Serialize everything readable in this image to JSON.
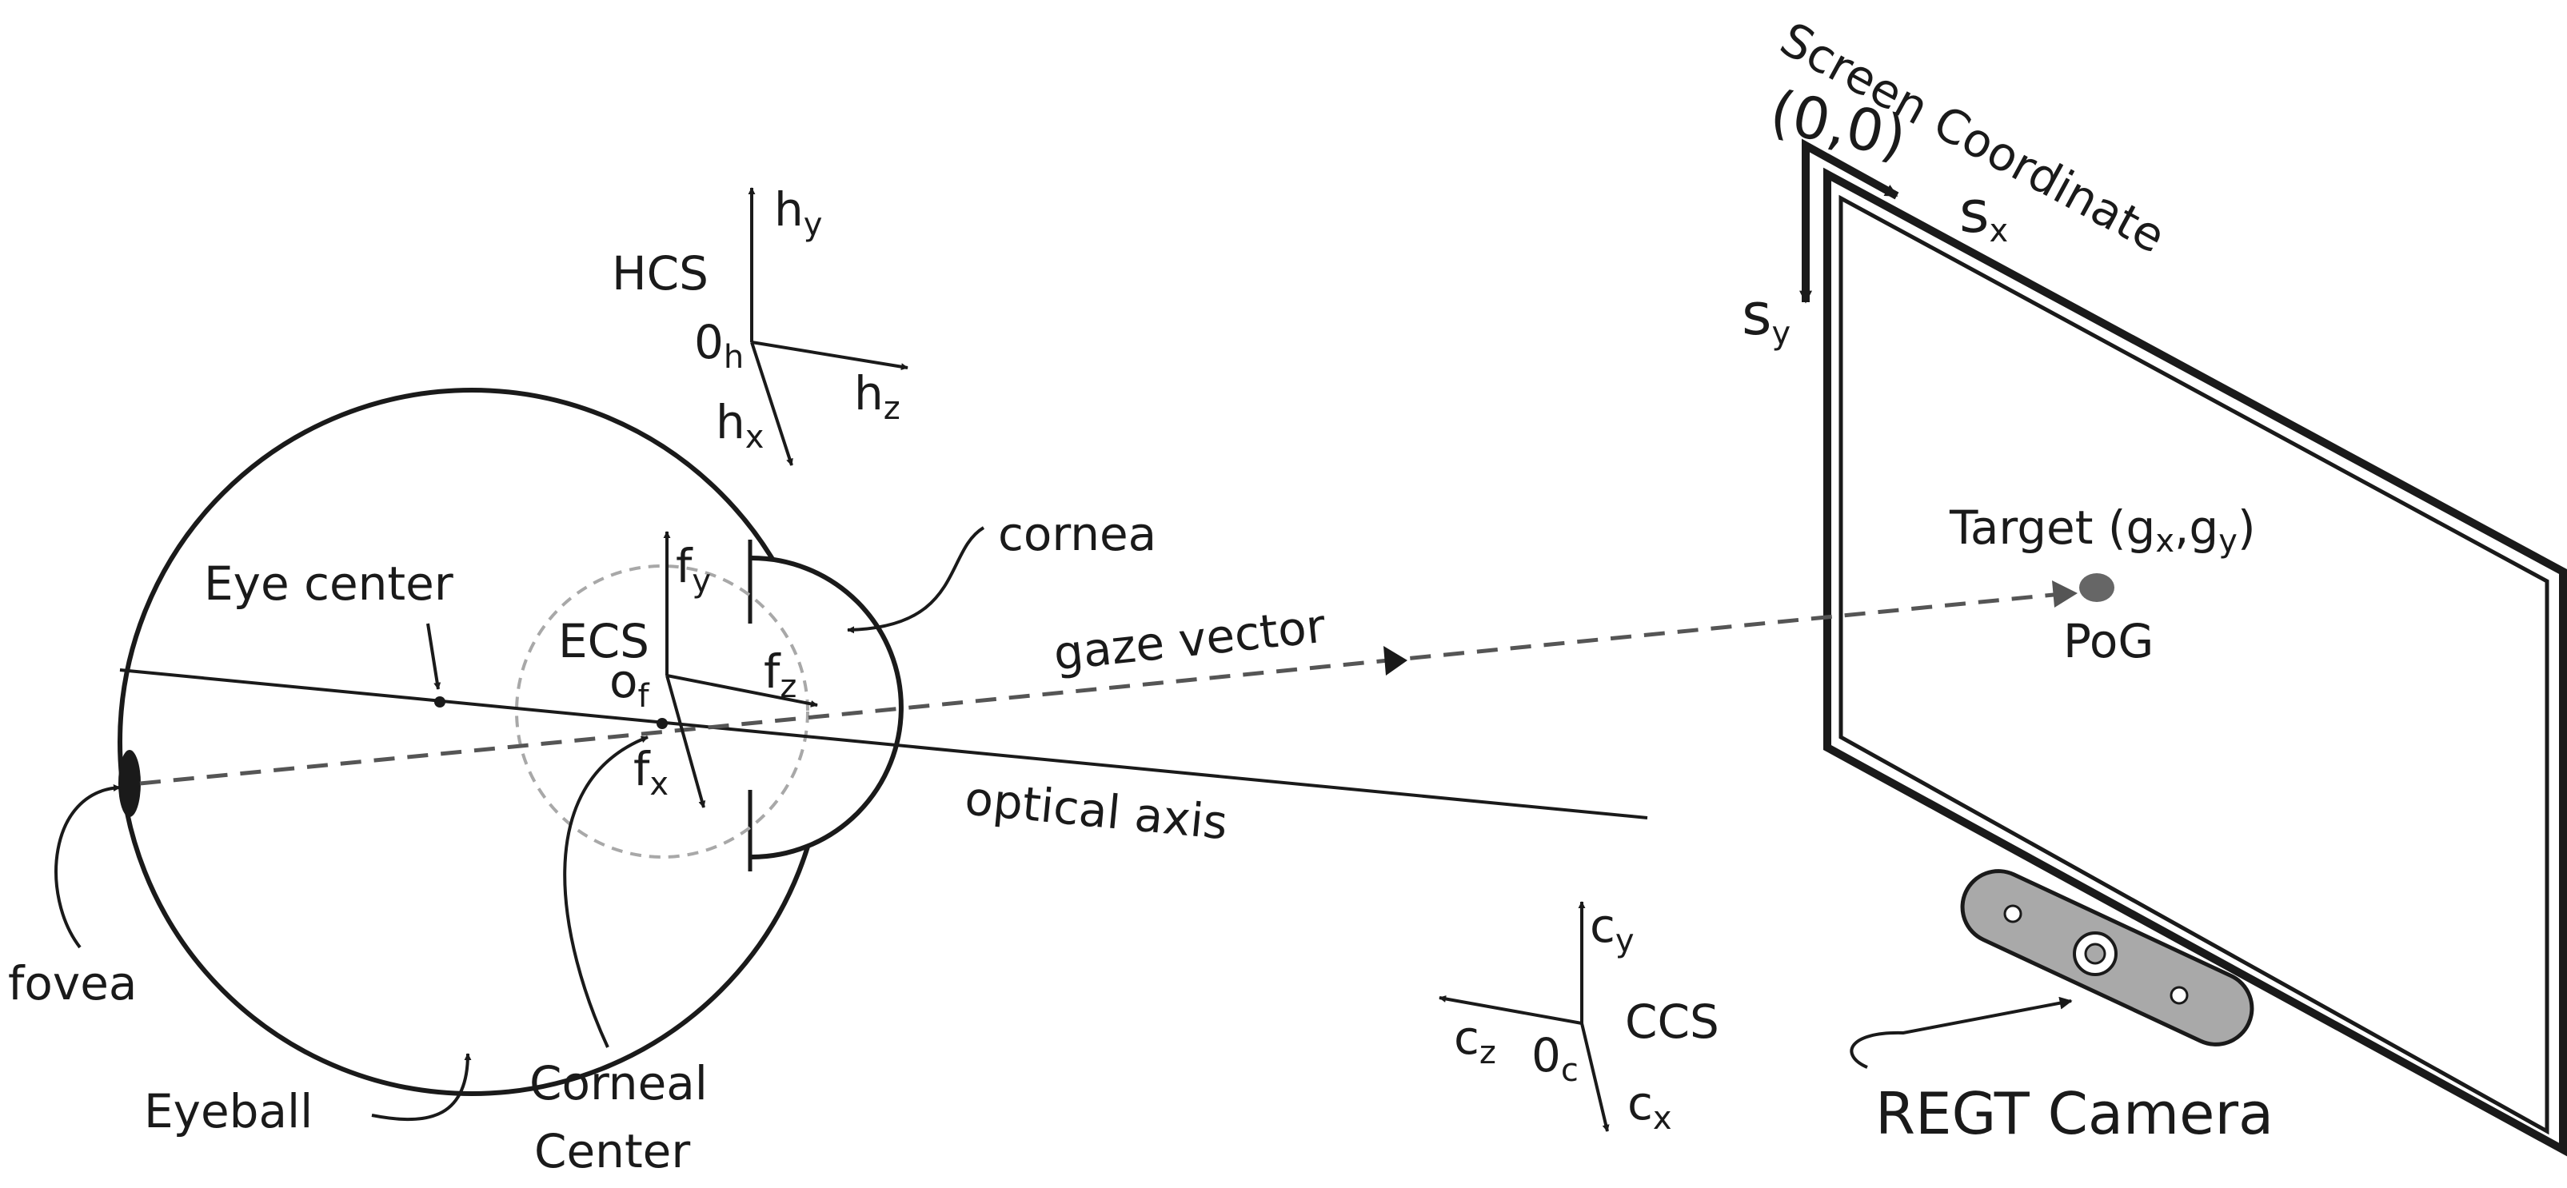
{
  "labels": {
    "screen_coordinate": "Screen Coordinate",
    "origin": "(0,0)",
    "sx_main": "s",
    "sx_sub": "x",
    "sy_main": "s",
    "sy_sub": "y",
    "hcs": "HCS",
    "hy_main": "h",
    "hy_sub": "y",
    "hx_main": "h",
    "hx_sub": "x",
    "hz_main": "h",
    "hz_sub": "z",
    "oh_main": "0",
    "oh_sub": "h",
    "cornea": "cornea",
    "eye_center": "Eye center",
    "ecs": "ECS",
    "fy_main": "f",
    "fy_sub": "y",
    "fz_main": "f",
    "fz_sub": "z",
    "fx_main": "f",
    "fx_sub": "x",
    "of_main": "o",
    "of_sub": "f",
    "gaze_vector": "gaze vector",
    "optical_axis": "optical axis",
    "target_prefix": "Target (g",
    "target_gx_sub": "x",
    "target_mid": ",g",
    "target_gy_sub": "y",
    "target_suffix": ")",
    "pog": "PoG",
    "fovea": "fovea",
    "eyeball": "Eyeball",
    "corneal_center_line1": "Corneal",
    "corneal_center_line2": "Center",
    "ccs": "CCS",
    "cy_main": "c",
    "cy_sub": "y",
    "cz_main": "c",
    "cz_sub": "z",
    "cx_main": "c",
    "cx_sub": "x",
    "oc_main": "0",
    "oc_sub": "c",
    "regt_camera": "REGT Camera"
  },
  "colors": {
    "ink": "#1a1a1a",
    "dashed_circle": "#a8a8a8",
    "camera_body": "#a9a9a9",
    "pog_dot": "#666666",
    "background": "#ffffff"
  }
}
